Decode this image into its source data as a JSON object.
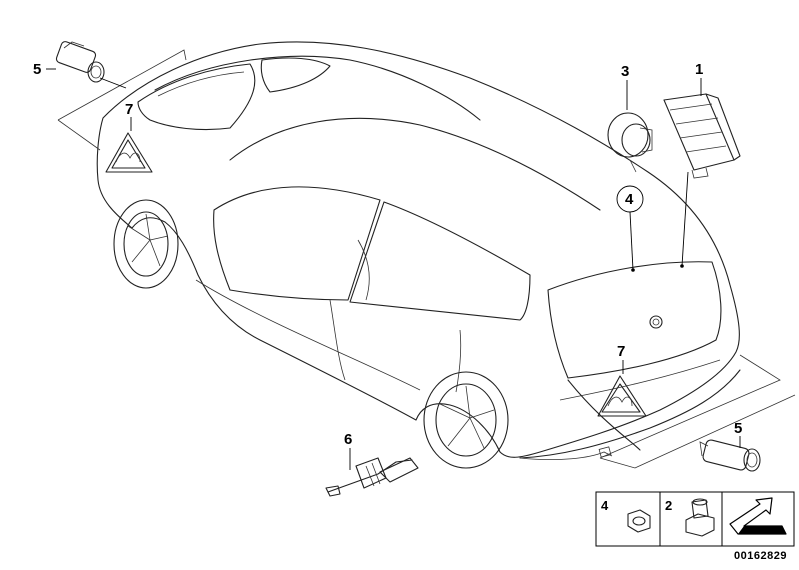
{
  "diagram": {
    "callouts": [
      {
        "id": "part-1",
        "label": "1"
      },
      {
        "id": "part-3",
        "label": "3"
      },
      {
        "id": "part-4",
        "label": "4"
      },
      {
        "id": "part-5-rear-left",
        "label": "5"
      },
      {
        "id": "part-5-rear-right",
        "label": "5"
      },
      {
        "id": "part-6",
        "label": "6"
      },
      {
        "id": "part-7-left",
        "label": "7"
      },
      {
        "id": "part-7-rear",
        "label": "7"
      }
    ],
    "legend": [
      {
        "label": "4",
        "icon": "nut-icon"
      },
      {
        "label": "2",
        "icon": "flange-nut-icon"
      },
      {
        "label": "",
        "icon": "arrow-icon"
      }
    ],
    "catalog_number": "00162829"
  }
}
